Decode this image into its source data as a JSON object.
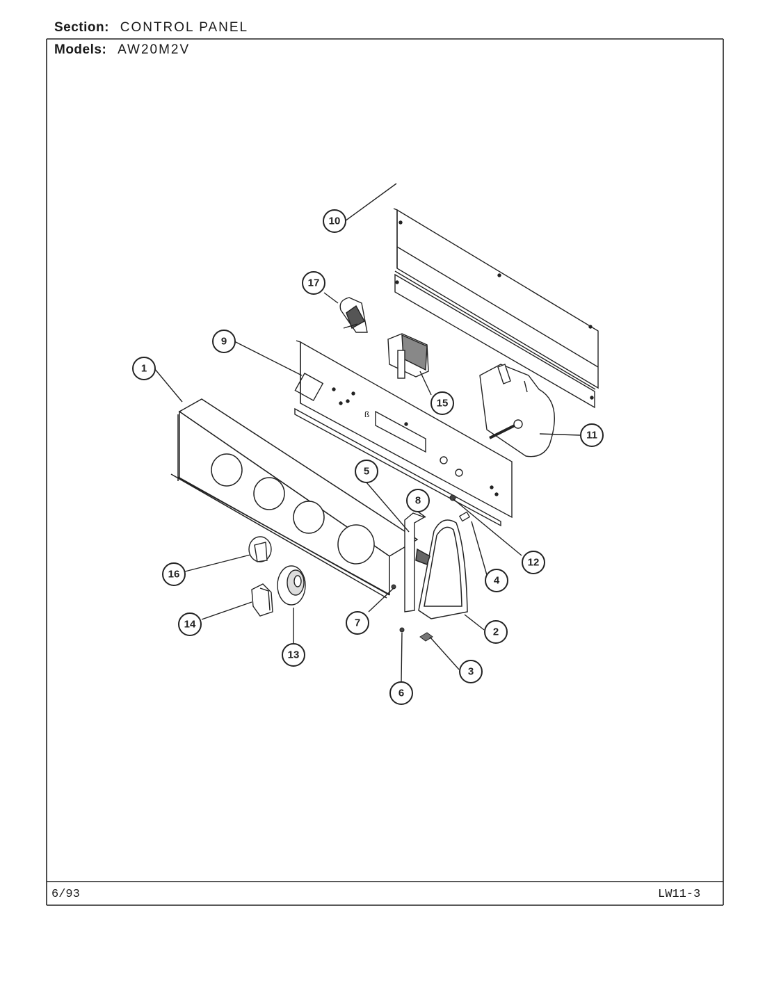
{
  "header": {
    "section_label": "Section:",
    "section_value": "CONTROL PANEL",
    "models_label": "Models:",
    "models_value": "AW20M2V"
  },
  "footer": {
    "date_code": "6/93",
    "page_code": "LW11-3"
  },
  "callouts": [
    "1",
    "2",
    "3",
    "4",
    "5",
    "6",
    "7",
    "8",
    "9",
    "10",
    "11",
    "12",
    "13",
    "14",
    "15",
    "16",
    "17"
  ]
}
